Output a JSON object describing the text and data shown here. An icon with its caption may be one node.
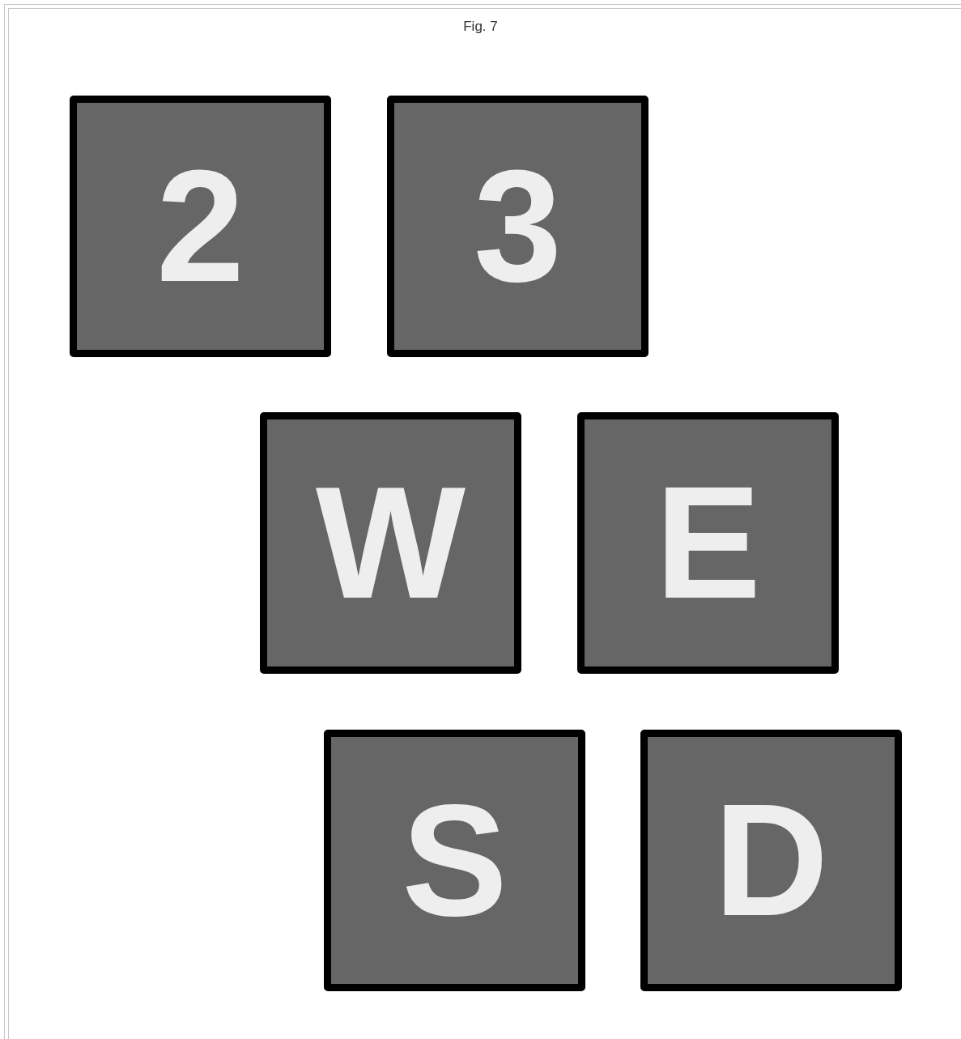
{
  "diagram": {
    "title": "Fig. 7",
    "nodes": [
      {
        "text": [
          "2"
        ]
      },
      {
        "text": [
          "3"
        ]
      },
      {
        "text": [
          "W"
        ]
      },
      {
        "text": [
          "E"
        ]
      },
      {
        "text": [
          "S"
        ]
      },
      {
        "text": [
          "D"
        ]
      }
    ]
  }
}
